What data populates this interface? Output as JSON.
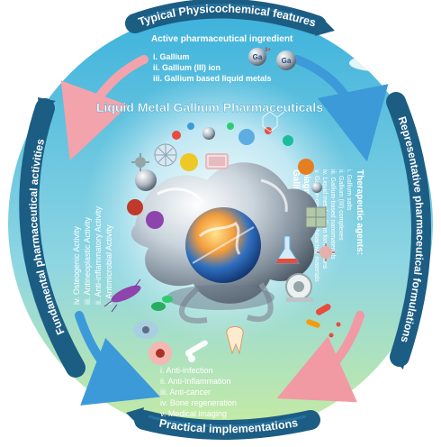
{
  "title": "Liquid Metal Gallium Pharmaceuticals",
  "colors": {
    "ring": "#1e5f86",
    "ring_light": "#2e7fb0",
    "bg_top": "#3fb6d8",
    "bg_bottom": "#bde79f",
    "arrow_pink": "#f19aa3",
    "arrow_blue": "#3b97d8",
    "accent_red": "#e74c3c"
  },
  "sections": {
    "top": {
      "label": "Typical Physicochemical features",
      "heading": "Active pharmaceutical ingredient",
      "items": [
        "i.   Gallium",
        "ii.  Gallium (III) ion",
        "iii. Gallium based liquid metals"
      ],
      "badges": [
        "Ga",
        "Ga"
      ]
    },
    "left": {
      "label": "Fundamental pharmaceutical activities",
      "items": [
        "i.   Antimicrobial Activity",
        "ii.  Anti-inflammatory Activity",
        "iii. Antineoplastic Activity",
        "iv. Osteogenic Activity"
      ]
    },
    "right": {
      "label": "Representative pharmaceutical formulations",
      "heading": "Therapeutic agents:",
      "items": [
        "i.    Gallium salts",
        "ii.   Gallium (III) complexes",
        "iii.  Gallium-based nanomaterials",
        "iv.  Liquid metal gallium formulations",
        "v.   Gallium-containing bioactive materials"
      ],
      "extra": [
        "Diagnostic agents",
        "Gallium-based drug carrier"
      ]
    },
    "bottom": {
      "label": "Practical implementations",
      "items": [
        "i.    Anti-infection",
        "ii.   Anti-Inflammation",
        "iii.  Anti-cancer",
        "iv.  Bone regeneration",
        "v.   Medical imaging"
      ]
    }
  }
}
